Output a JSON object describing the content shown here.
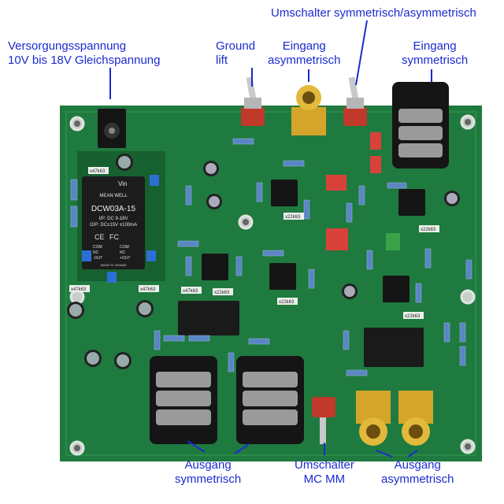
{
  "colors": {
    "background": "#ffffff",
    "pcb": "#1f7a3f",
    "pcb_dark": "#17602f",
    "silkscreen": "#e8f0e8",
    "label_text": "#1a2bd1",
    "leader_line": "#1a2bd1",
    "gold": "#d4a52a",
    "relay": "#1a1a1a",
    "jack": "#151515",
    "toggle_red": "#c0392b",
    "film_cap_red": "#d8423a",
    "trim_blue": "#2b6fd6"
  },
  "annotations": {
    "versorgung": [
      "Versorgungsspannung",
      "10V bis 18V Gleichspannung"
    ],
    "ground_lift": [
      "Ground",
      "lift"
    ],
    "eingang_asym": [
      "Eingang",
      "asymmetrisch"
    ],
    "umschalter_sym": [
      "Umschalter symmetrisch/asymmetrisch"
    ],
    "eingang_sym": [
      "Eingang",
      "symmetrisch"
    ],
    "ausgang_sym": [
      "Ausgang",
      "symmetrisch"
    ],
    "umschalter_mcmm": [
      "Umschalter",
      "MC MM"
    ],
    "ausgang_asym": [
      "Ausgang",
      "asymmetrisch"
    ]
  },
  "board": {
    "dcdc_module": {
      "brand": "MEAN WELL",
      "model": "DCW03A-15",
      "input": "I/P: DC 9-18V",
      "output": "O/P: DC±15V ±100mA",
      "pins_left": [
        "COM",
        "NC",
        "-OUT"
      ],
      "pins_right": [
        "COM",
        "NC",
        "+OUT"
      ],
      "origin": "MADE IN TAIWAN",
      "vin": "Vin"
    },
    "component_labels": [
      "x47k63",
      "x22k63",
      "x22k63",
      "x22k63",
      "x22k63",
      "x47k63",
      "x47k63",
      "x22k63",
      "x47k63"
    ]
  }
}
